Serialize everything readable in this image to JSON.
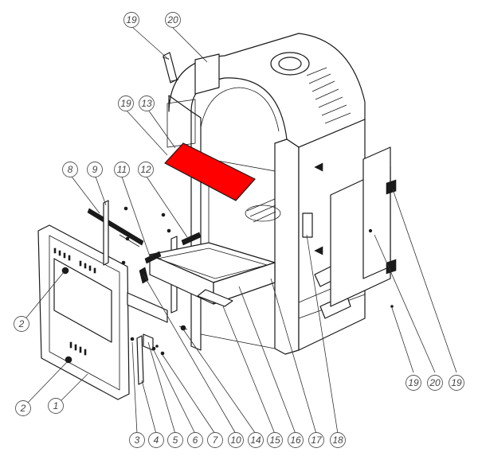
{
  "diagram": {
    "highlight_color": "#ff0000",
    "callouts": [
      {
        "id": "c19a",
        "label": "19"
      },
      {
        "id": "c20a",
        "label": "20"
      },
      {
        "id": "c19b",
        "label": "19"
      },
      {
        "id": "c13",
        "label": "13"
      },
      {
        "id": "c8",
        "label": "8"
      },
      {
        "id": "c9",
        "label": "9"
      },
      {
        "id": "c11",
        "label": "11"
      },
      {
        "id": "c12",
        "label": "12"
      },
      {
        "id": "c2a",
        "label": "2"
      },
      {
        "id": "c2b",
        "label": "2"
      },
      {
        "id": "c1",
        "label": "1"
      },
      {
        "id": "c3",
        "label": "3"
      },
      {
        "id": "c4",
        "label": "4"
      },
      {
        "id": "c5",
        "label": "5"
      },
      {
        "id": "c6",
        "label": "6"
      },
      {
        "id": "c7",
        "label": "7"
      },
      {
        "id": "c10",
        "label": "10"
      },
      {
        "id": "c14",
        "label": "14"
      },
      {
        "id": "c15",
        "label": "15"
      },
      {
        "id": "c16",
        "label": "16"
      },
      {
        "id": "c17",
        "label": "17"
      },
      {
        "id": "c18",
        "label": "18"
      },
      {
        "id": "c19c",
        "label": "19"
      },
      {
        "id": "c20b",
        "label": "20"
      },
      {
        "id": "c19d",
        "label": "19"
      }
    ]
  }
}
